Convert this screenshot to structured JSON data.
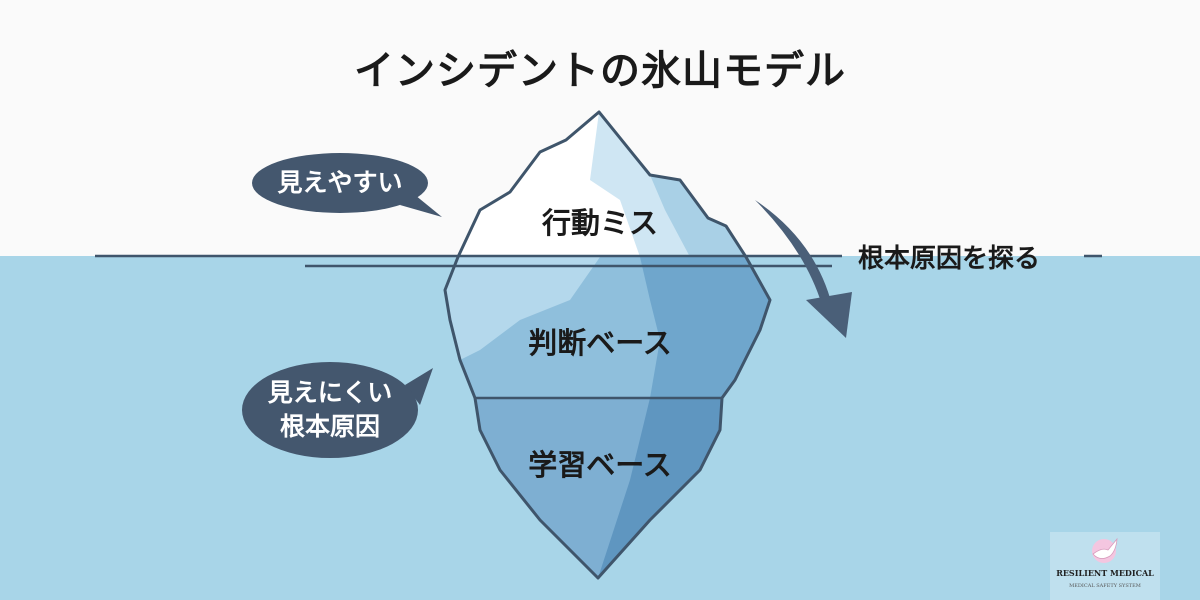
{
  "title": "インシデントの氷山モデル",
  "layers": {
    "top": "行動ミス",
    "middle": "判断ベース",
    "bottom": "学習ベース"
  },
  "bubbles": {
    "visible": "見えやすい",
    "hidden_line1": "見えにくい",
    "hidden_line2": "根本原因"
  },
  "arrow_label": "根本原因を探る",
  "logo": {
    "name": "RESILIENT MEDICAL",
    "subtitle": "MEDICAL SAFETY SYSTEM"
  },
  "colors": {
    "water": "#a8d5e8",
    "outline": "#3f556b",
    "bubble": "#44576e",
    "arrow": "#4a5f78"
  }
}
